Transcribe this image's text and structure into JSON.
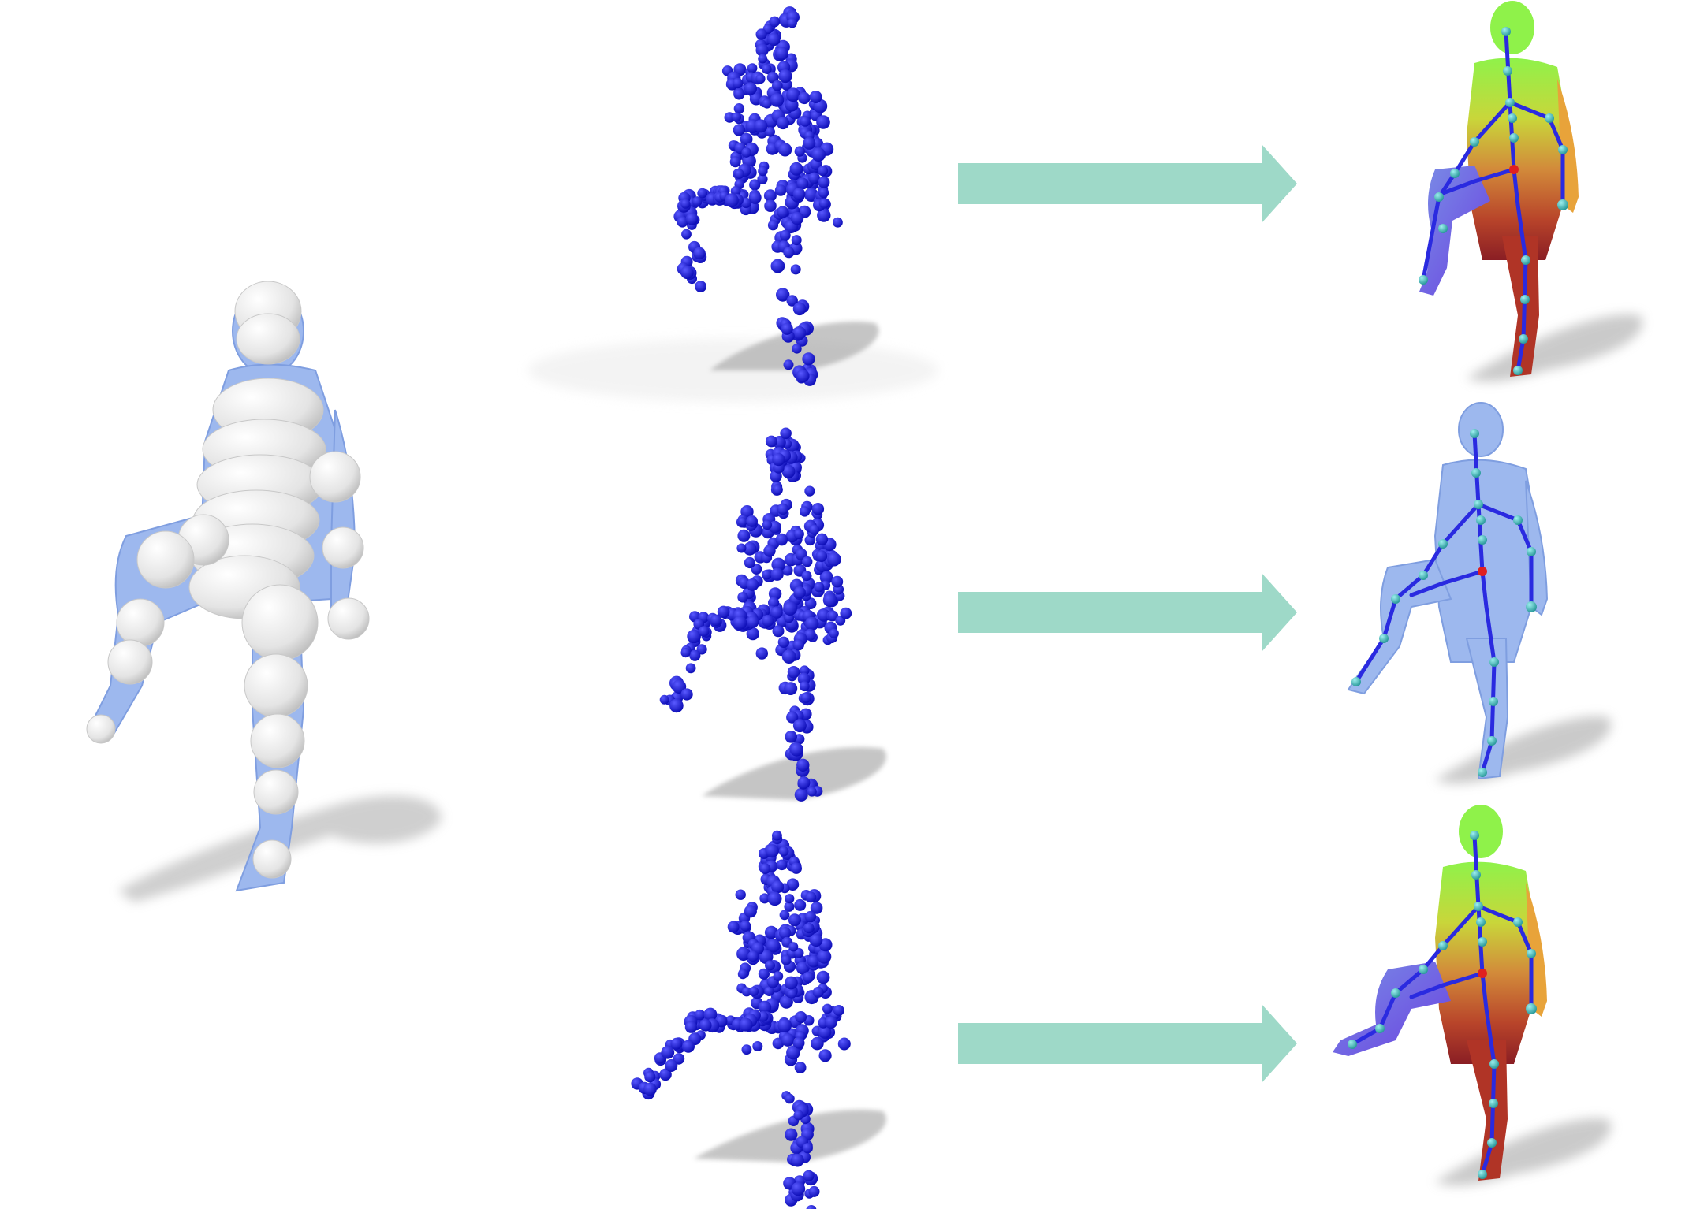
{
  "figure": {
    "left_model": {
      "description_icon": "sphere-body-model-icon",
      "mesh_color": "#9db8ee",
      "sphere_color": "#f2f2f2"
    },
    "point_clouds": [
      {
        "id": "cloud-1",
        "point_color": "#1a1ad6"
      },
      {
        "id": "cloud-2",
        "point_color": "#1a1ad6"
      },
      {
        "id": "cloud-3",
        "point_color": "#1a1ad6"
      }
    ],
    "arrows": [
      {
        "id": "arrow-1",
        "color": "#9ed9c8"
      },
      {
        "id": "arrow-2",
        "color": "#9ed9c8"
      },
      {
        "id": "arrow-3",
        "color": "#9ed9c8"
      }
    ],
    "results": [
      {
        "id": "result-1",
        "style": "segmented",
        "skeleton_color": "#2a2ae0",
        "joint_color": "#3fb8b8"
      },
      {
        "id": "result-2",
        "style": "uniform",
        "skeleton_color": "#2a2ae0",
        "joint_color": "#3fb8b8"
      },
      {
        "id": "result-3",
        "style": "segmented",
        "skeleton_color": "#2a2ae0",
        "joint_color": "#3fb8b8"
      }
    ],
    "shadow_color": "#a8a8a8"
  }
}
